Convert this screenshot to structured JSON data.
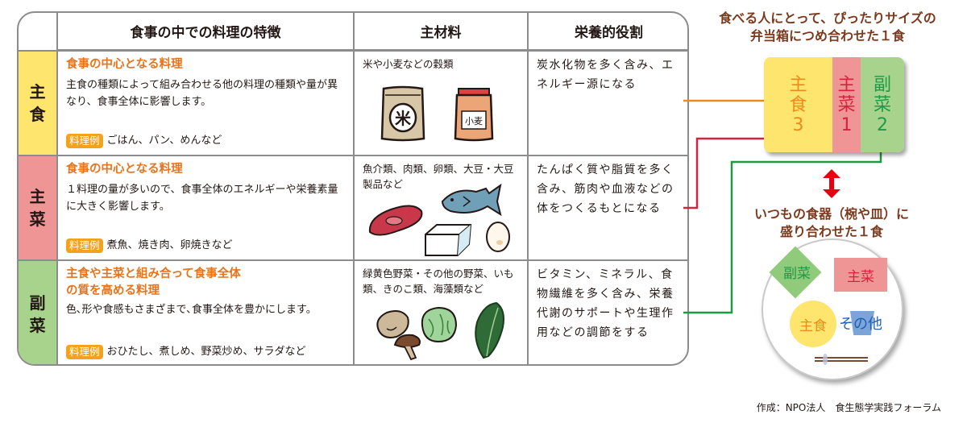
{
  "table": {
    "headers": {
      "feature": "食事の中での料理の特徴",
      "material": "主材料",
      "role": "栄養的役割"
    },
    "example_badge": "料理例",
    "rows": [
      {
        "label": [
          "主",
          "食"
        ],
        "color": "#fde56e",
        "feature_title": "食事の中心となる料理",
        "feature_desc": "主食の種類によって組み合わせる他の料理の種類や量が異なり、食事全体に影響します。",
        "examples": "ごはん、パン、めんなど",
        "material": "米や小麦などの穀類",
        "role": "炭水化物を多く含み、エネルギー源になる",
        "illustrations": [
          "rice-bag",
          "flour-bag"
        ]
      },
      {
        "label": [
          "主",
          "菜"
        ],
        "color": "#f09595",
        "feature_title": "食事の中心となる料理",
        "feature_desc": "１料理の量が多いので、食事全体のエネルギーや栄養素量に大きく影響します。",
        "examples": "煮魚、焼き肉、卵焼きなど",
        "material": "魚介類、肉類、卵類、大豆・大豆製品など",
        "role": "たんぱく質や脂質を多く含み、筋肉や血液などの体をつくるもとになる",
        "illustrations": [
          "meat",
          "fish",
          "tofu",
          "egg"
        ]
      },
      {
        "label": [
          "副",
          "菜"
        ],
        "color": "#a8d38d",
        "feature_title": "主食や主菜と組み合って食事全体の質を高める料理",
        "feature_desc": "色､形や食感もさまざまで､食事全体を豊かにします。",
        "examples": "おひたし、煮しめ、野菜炒め、サラダなど",
        "material": "緑黄色野菜・その他の野菜、いも類、きのこ類、海藻類など",
        "role": "ビタミン、ミネラル、食物繊維を多く含み、栄養代謝のサポートや生理作用などの調節をする",
        "illustrations": [
          "potato",
          "mushroom",
          "cabbage",
          "spinach"
        ]
      }
    ]
  },
  "bento": {
    "caption_line1": "食べる人にとって、ぴったりサイズの",
    "caption_line2": "弁当箱につめ合わせた１食",
    "parts": [
      {
        "chars": [
          "主",
          "食",
          "3"
        ],
        "bg": "#fde56e",
        "fg": "#ee8a1b"
      },
      {
        "chars": [
          "主",
          "菜",
          "1"
        ],
        "bg": "#f09595",
        "fg": "#d4223f"
      },
      {
        "chars": [
          "副",
          "菜",
          "2"
        ],
        "bg": "#a8d38d",
        "fg": "#1e9a47"
      }
    ]
  },
  "plate": {
    "caption_line1": "いつもの食器（椀や皿）に",
    "caption_line2": "盛り合わせた１食",
    "items": {
      "fukusai": "副菜",
      "shusai": "主菜",
      "shushoku": "主食",
      "sonota": "その他"
    }
  },
  "connectors": {
    "shushoku_color": "#ee8a1b",
    "shusai_color": "#d4223f",
    "fukusai_color": "#1e9a47",
    "arrow_color": "#e60012"
  },
  "credit": "作成：NPO法人　食生態学実践フォーラム"
}
